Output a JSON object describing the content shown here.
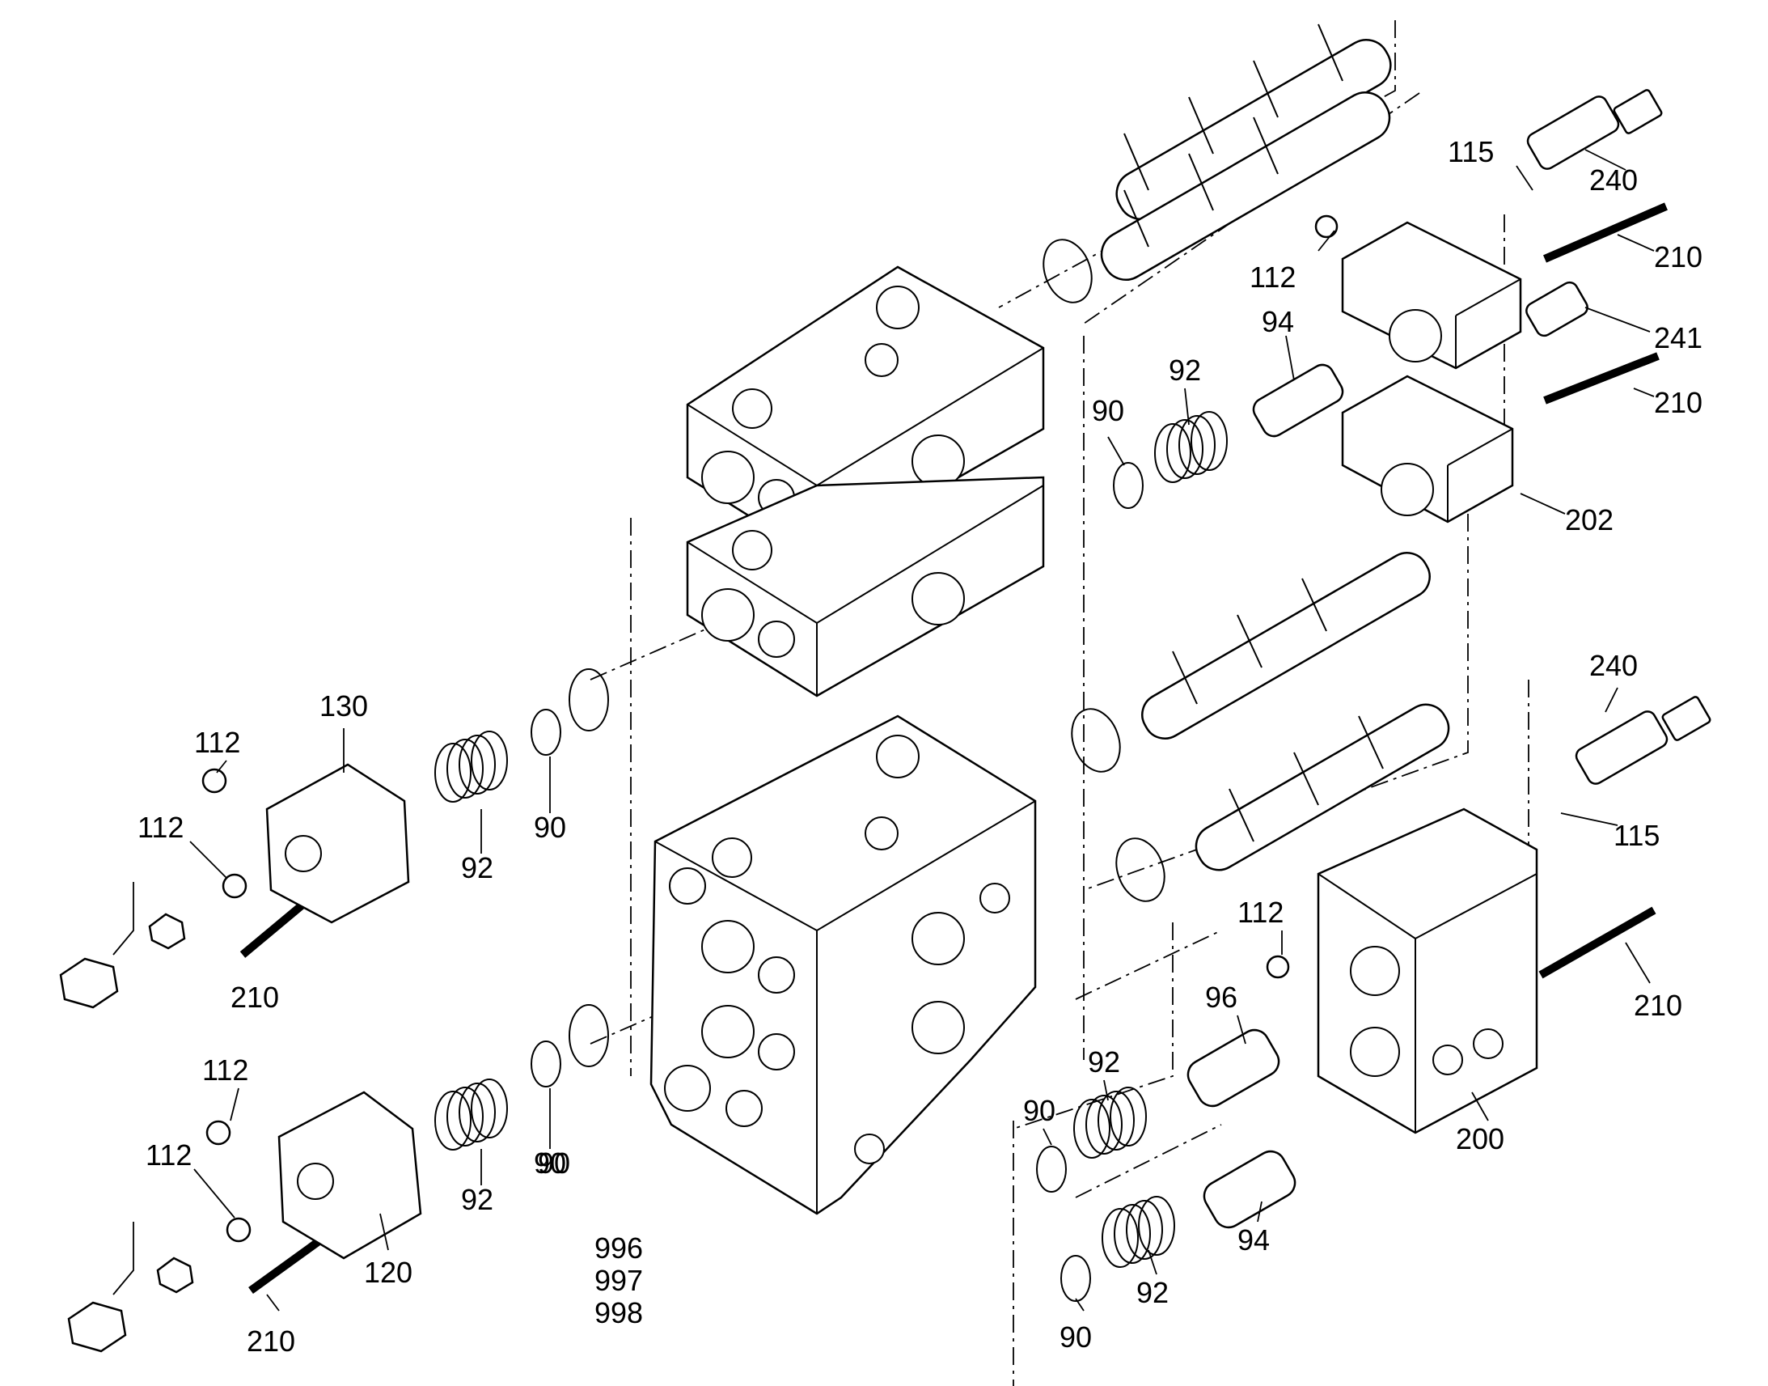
{
  "callouts": [
    {
      "id": "c240a",
      "text": "240"
    },
    {
      "id": "c115a",
      "text": "115"
    },
    {
      "id": "c210a",
      "text": "210"
    },
    {
      "id": "c112a",
      "text": "112"
    },
    {
      "id": "c94a",
      "text": "94"
    },
    {
      "id": "c241",
      "text": "241"
    },
    {
      "id": "c92a",
      "text": "92"
    },
    {
      "id": "c210b",
      "text": "210"
    },
    {
      "id": "c90a",
      "text": "90"
    },
    {
      "id": "c202",
      "text": "202"
    },
    {
      "id": "c240b",
      "text": "240"
    },
    {
      "id": "c130",
      "text": "130"
    },
    {
      "id": "c112b",
      "text": "112"
    },
    {
      "id": "c112c",
      "text": "112"
    },
    {
      "id": "c92b",
      "text": "92"
    },
    {
      "id": "c90b",
      "text": "90"
    },
    {
      "id": "c115b",
      "text": "115"
    },
    {
      "id": "c210c",
      "text": "210"
    },
    {
      "id": "c112d",
      "text": "112"
    },
    {
      "id": "c96",
      "text": "96"
    },
    {
      "id": "c210d",
      "text": "210"
    },
    {
      "id": "c112e",
      "text": "112"
    },
    {
      "id": "c92c",
      "text": "92"
    },
    {
      "id": "c90c",
      "text": "90"
    },
    {
      "id": "c90d",
      "text": "90"
    },
    {
      "id": "c200",
      "text": "200"
    },
    {
      "id": "c112f",
      "text": "112"
    },
    {
      "id": "c92d",
      "text": "92"
    },
    {
      "id": "c90e",
      "text": "90"
    },
    {
      "id": "c94b",
      "text": "94"
    },
    {
      "id": "c120",
      "text": "120"
    },
    {
      "id": "c92e",
      "text": "92"
    },
    {
      "id": "c210e",
      "text": "210"
    },
    {
      "id": "c90f",
      "text": "90"
    }
  ],
  "part_numbers": [
    "996",
    "997",
    "998"
  ]
}
